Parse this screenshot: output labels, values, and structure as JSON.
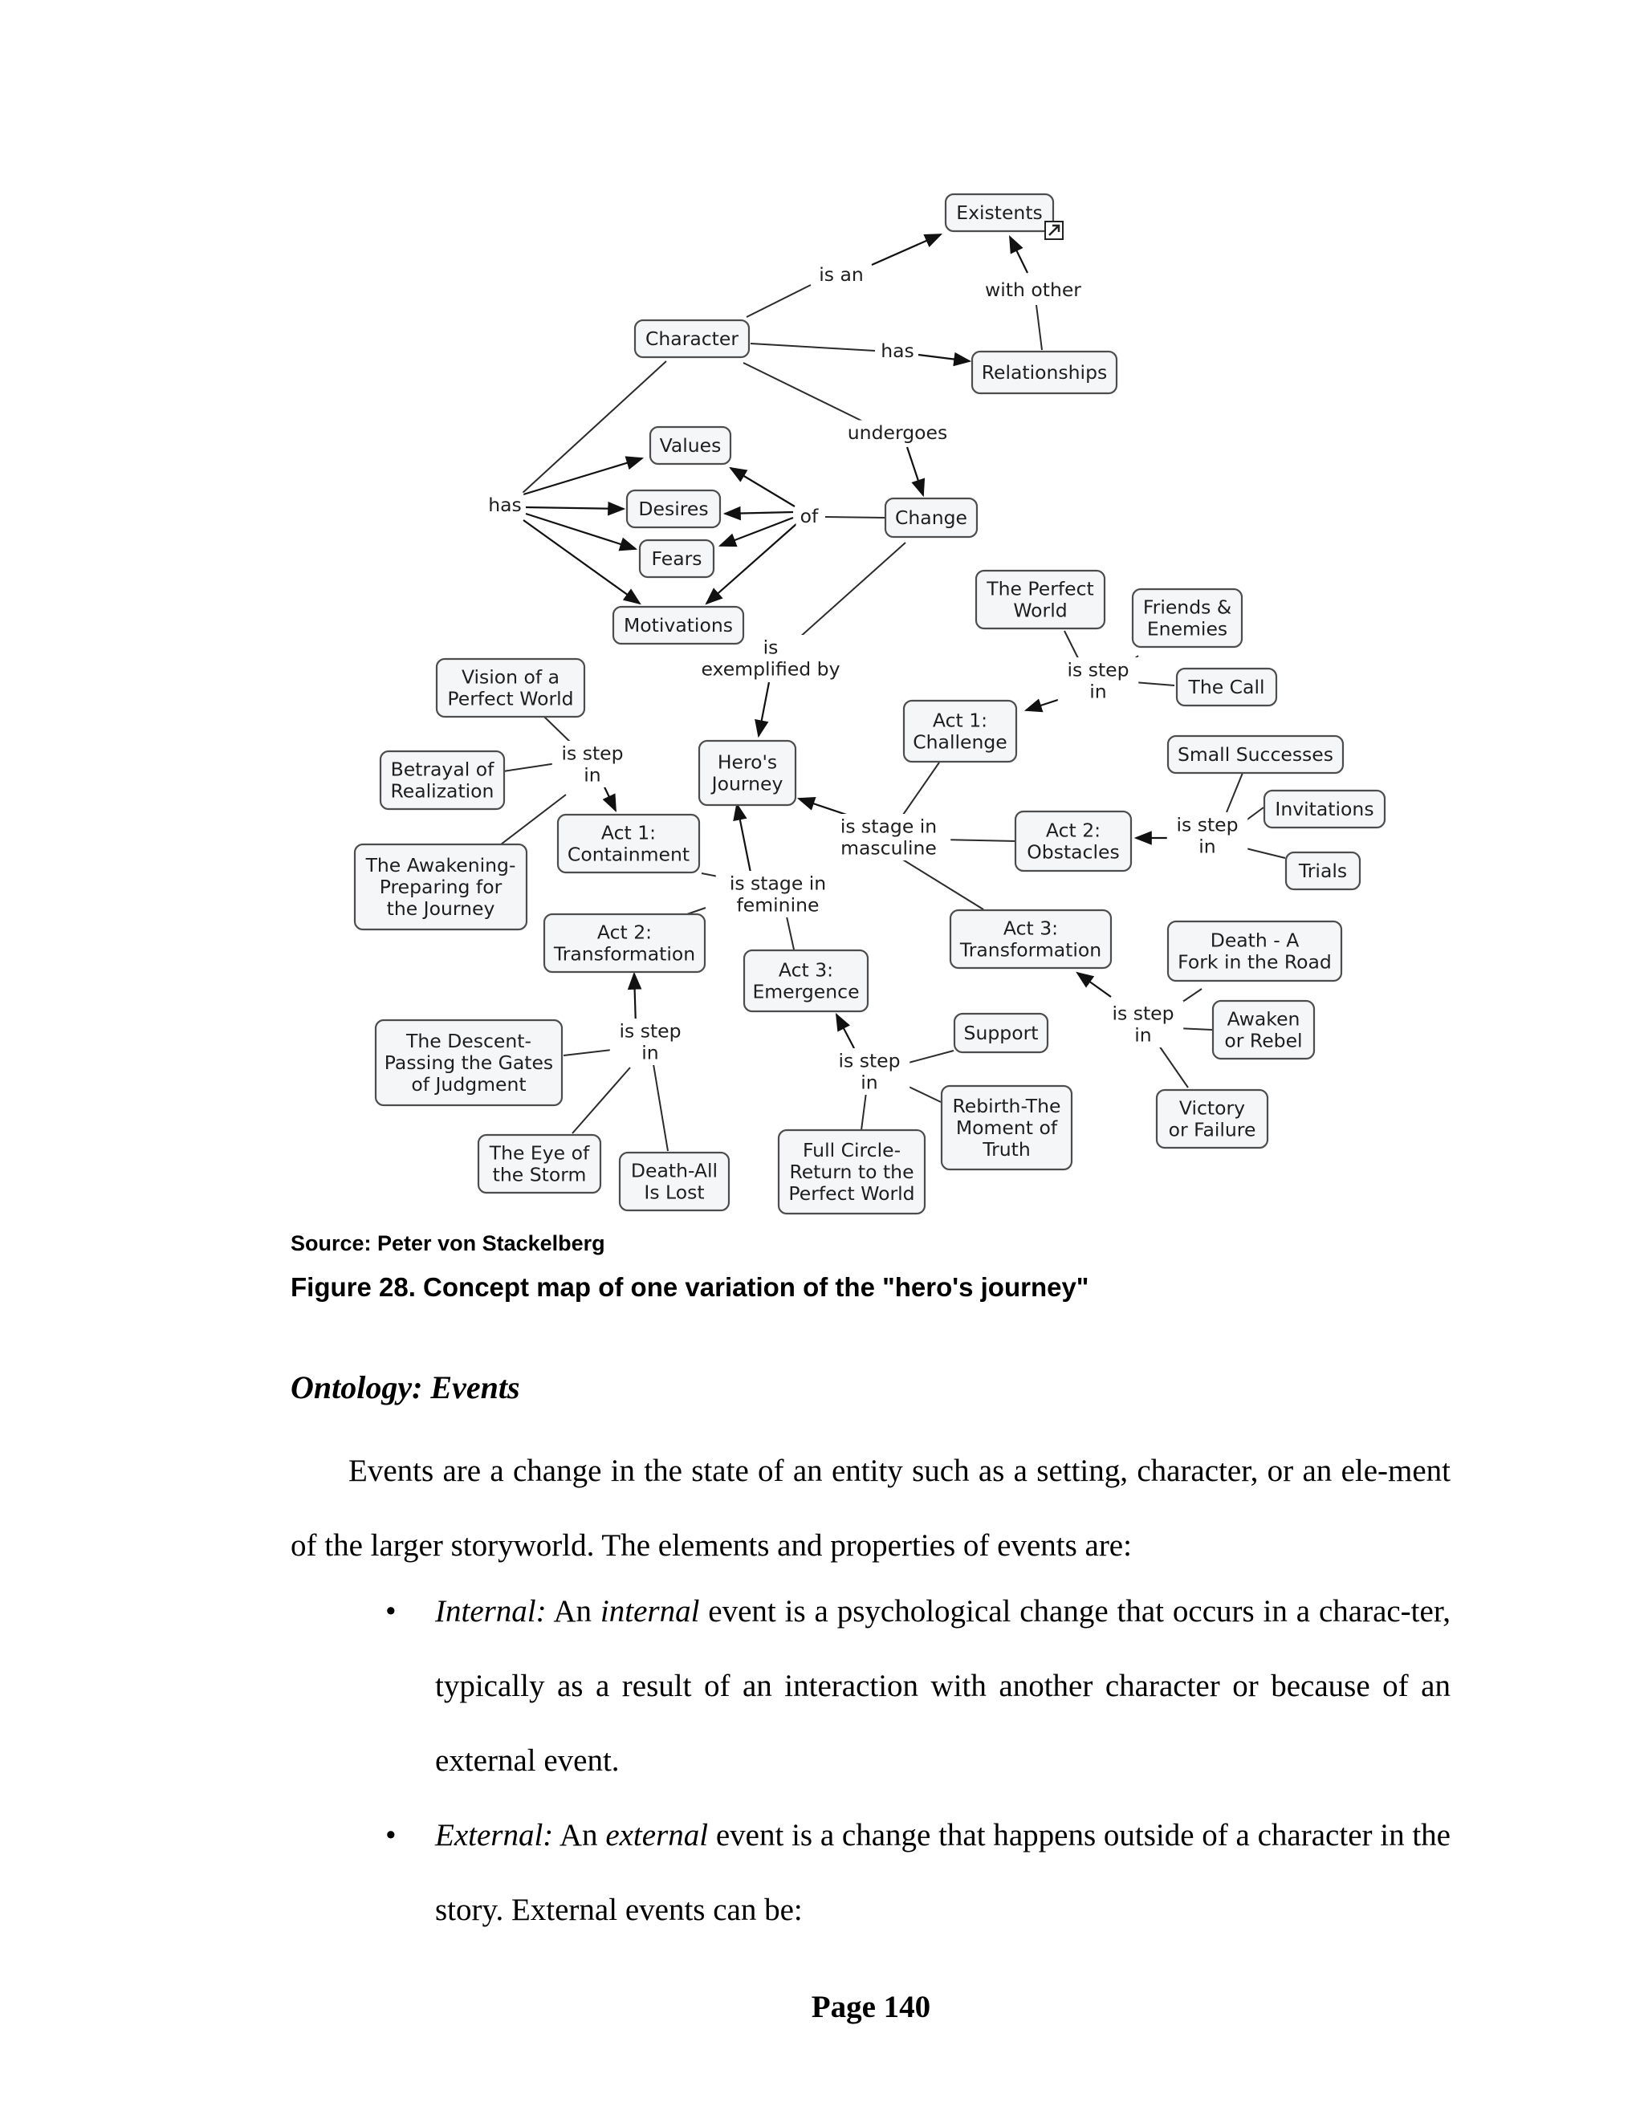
{
  "figure": {
    "nodes": [
      {
        "id": "existents",
        "lines": [
          "Existents"
        ]
      },
      {
        "id": "character",
        "lines": [
          "Character"
        ]
      },
      {
        "id": "relationships",
        "lines": [
          "Relationships"
        ]
      },
      {
        "id": "values",
        "lines": [
          "Values"
        ]
      },
      {
        "id": "desires",
        "lines": [
          "Desires"
        ]
      },
      {
        "id": "fears",
        "lines": [
          "Fears"
        ]
      },
      {
        "id": "motivations",
        "lines": [
          "Motivations"
        ]
      },
      {
        "id": "change",
        "lines": [
          "Change"
        ]
      },
      {
        "id": "perfect-world",
        "lines": [
          "The Perfect",
          "World"
        ]
      },
      {
        "id": "friends-enemies",
        "lines": [
          "Friends &",
          "Enemies"
        ]
      },
      {
        "id": "the-call",
        "lines": [
          "The Call"
        ]
      },
      {
        "id": "act1-challenge",
        "lines": [
          "Act 1:",
          "Challenge"
        ]
      },
      {
        "id": "vision",
        "lines": [
          "Vision of a",
          "Perfect World"
        ]
      },
      {
        "id": "betrayal",
        "lines": [
          "Betrayal of",
          "Realization"
        ]
      },
      {
        "id": "heros-journey",
        "lines": [
          "Hero's",
          "Journey"
        ]
      },
      {
        "id": "act1-containment",
        "lines": [
          "Act 1:",
          "Containment"
        ]
      },
      {
        "id": "awakening",
        "lines": [
          "The Awakening-",
          "Preparing for",
          "the Journey"
        ]
      },
      {
        "id": "small-successes",
        "lines": [
          "Small Successes"
        ]
      },
      {
        "id": "invitations",
        "lines": [
          "Invitations"
        ]
      },
      {
        "id": "trials",
        "lines": [
          "Trials"
        ]
      },
      {
        "id": "act2-obstacles",
        "lines": [
          "Act 2:",
          "Obstacles"
        ]
      },
      {
        "id": "act2-transformation",
        "lines": [
          "Act 2:",
          "Transformation"
        ]
      },
      {
        "id": "act3-transformation",
        "lines": [
          "Act 3:",
          "Transformation"
        ]
      },
      {
        "id": "act3-emergence",
        "lines": [
          "Act 3:",
          "Emergence"
        ]
      },
      {
        "id": "death-fork",
        "lines": [
          "Death - A",
          "Fork in the Road"
        ]
      },
      {
        "id": "awaken-rebel",
        "lines": [
          "Awaken",
          "or Rebel"
        ]
      },
      {
        "id": "support",
        "lines": [
          "Support"
        ]
      },
      {
        "id": "descent",
        "lines": [
          "The Descent-",
          "Passing the Gates",
          "of Judgment"
        ]
      },
      {
        "id": "rebirth",
        "lines": [
          "Rebirth-The",
          "Moment of",
          "Truth"
        ]
      },
      {
        "id": "victory",
        "lines": [
          "Victory",
          "or Failure"
        ]
      },
      {
        "id": "eye-storm",
        "lines": [
          "The Eye of",
          "the Storm"
        ]
      },
      {
        "id": "death-lost",
        "lines": [
          "Death-All",
          "Is Lost"
        ]
      },
      {
        "id": "full-circle",
        "lines": [
          "Full Circle-",
          "Return to the",
          "Perfect World"
        ]
      }
    ],
    "link_labels": [
      {
        "id": "is-an",
        "lines": [
          "is an"
        ]
      },
      {
        "id": "with-other",
        "lines": [
          "with other"
        ]
      },
      {
        "id": "has-top",
        "lines": [
          "has"
        ]
      },
      {
        "id": "undergoes",
        "lines": [
          "undergoes"
        ]
      },
      {
        "id": "has-left",
        "lines": [
          "has"
        ]
      },
      {
        "id": "of",
        "lines": [
          "of"
        ]
      },
      {
        "id": "exemplified",
        "lines": [
          "is",
          "exemplified by"
        ]
      },
      {
        "id": "step-challenge",
        "lines": [
          "is step",
          "in"
        ]
      },
      {
        "id": "step-containment",
        "lines": [
          "is step",
          "in"
        ]
      },
      {
        "id": "stage-masculine",
        "lines": [
          "is stage in",
          "masculine"
        ]
      },
      {
        "id": "step-obstacles",
        "lines": [
          "is step",
          "in"
        ]
      },
      {
        "id": "stage-feminine",
        "lines": [
          "is stage in",
          "feminine"
        ]
      },
      {
        "id": "step-act3-trans",
        "lines": [
          "is step",
          "in"
        ]
      },
      {
        "id": "step-act2-trans",
        "lines": [
          "is step",
          "in"
        ]
      },
      {
        "id": "step-emergence",
        "lines": [
          "is step",
          "in"
        ]
      }
    ]
  },
  "source_text": "Source: Peter von Stackelberg",
  "caption": "Figure 28. Concept map of one variation of the \"hero's journey\"",
  "section_heading": "Ontology: Events",
  "paragraph": "Events are a change in the state of an entity such as a setting, character, or an ele-ment of the larger storyworld. The elements and properties of events are:",
  "bullets": [
    {
      "term": "Internal:",
      "pre": " An ",
      "em": "internal",
      "post": " event is a psychological change that occurs in a charac-ter, typically as a result of an interaction with another character or because of an external event."
    },
    {
      "term": "External:",
      "pre": " An ",
      "em": "external",
      "post": " event is a change that happens outside of a character in the story. External events can be:"
    }
  ],
  "page_number": "Page 140"
}
